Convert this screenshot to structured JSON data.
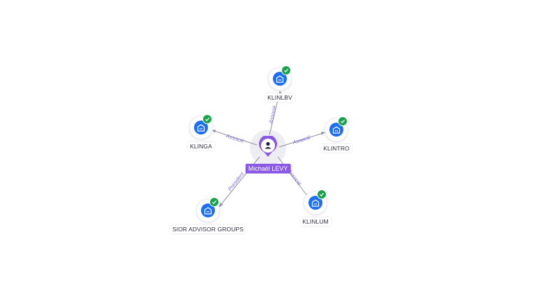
{
  "center": {
    "name": "Michaël LEVY",
    "icon": "person-icon",
    "color": "#8a5ae6"
  },
  "companies": [
    {
      "name": "KLINLBV",
      "icon": "building-icon",
      "verified_icon": "check-icon"
    },
    {
      "name": "KLINGA",
      "icon": "building-icon",
      "verified_icon": "check-icon"
    },
    {
      "name": "KLINTRO",
      "icon": "building-icon",
      "verified_icon": "check-icon"
    },
    {
      "name": "SIOR ADVISOR GROUPS",
      "icon": "building-icon",
      "verified_icon": "check-icon"
    },
    {
      "name": "KLINLUM",
      "icon": "building-icon",
      "verified_icon": "check-icon"
    }
  ],
  "edges": [
    {
      "to": "KLINLBV",
      "label": "Associé"
    },
    {
      "to": "KLINGA",
      "label": "Associé"
    },
    {
      "to": "KLINTRO",
      "label": "Associé"
    },
    {
      "to": "SIOR ADVISOR GROUPS",
      "label": "Président"
    },
    {
      "to": "KLINLUM",
      "label": "Associé"
    }
  ],
  "colors": {
    "company": "#1d6ff2",
    "verified": "#17a34a",
    "edge_label": "#7c6cd6"
  }
}
